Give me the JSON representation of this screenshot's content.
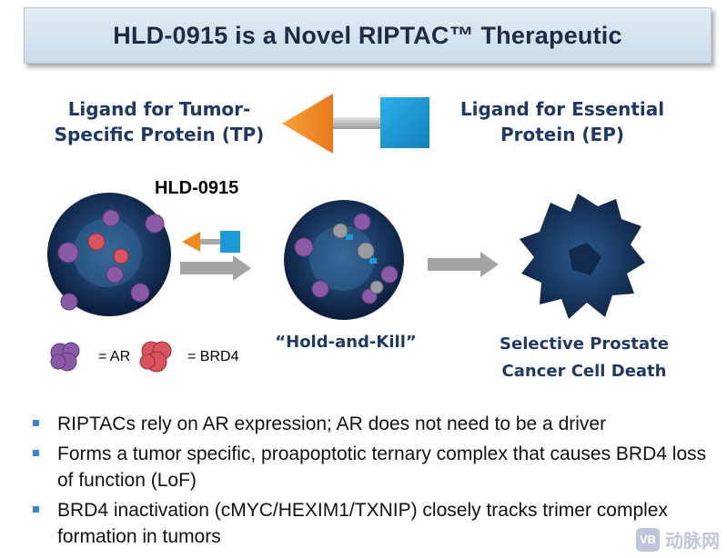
{
  "title": "HLD-0915 is a Novel RIPTAC™ Therapeutic",
  "ligand_tp": {
    "line1": "Ligand for Tumor-",
    "line2": "Specific Protein (TP)"
  },
  "ligand_ep": {
    "line1": "Ligand for Essential",
    "line2": "Protein (EP)"
  },
  "drug_label": "HLD-0915",
  "hold_kill": "“Hold-and-Kill”",
  "death": {
    "line1": "Selective Prostate",
    "line2": "Cancer Cell Death"
  },
  "legend": {
    "ar": "= AR",
    "brd4": "= BRD4"
  },
  "bullets": [
    {
      "text": "RIPTACs rely on AR expression;  AR does not need to be a driver"
    },
    {
      "text": "Forms a tumor specific, proapoptotic ternary complex that causes BRD4 loss of function (LoF)"
    },
    {
      "text": "BRD4 inactivation (cMYC/HEXIM1/TXNIP) closely tracks trimer complex formation in tumors"
    }
  ],
  "watermark": {
    "badge": "VB",
    "text": "动脉网"
  },
  "colors": {
    "orange": "#f08c1e",
    "blue": "#1c9ad6",
    "navy": "#1f3864",
    "ar_purple": "#8a5aa6",
    "brd4_red": "#d9545e",
    "bullet": "#3a86c8"
  }
}
